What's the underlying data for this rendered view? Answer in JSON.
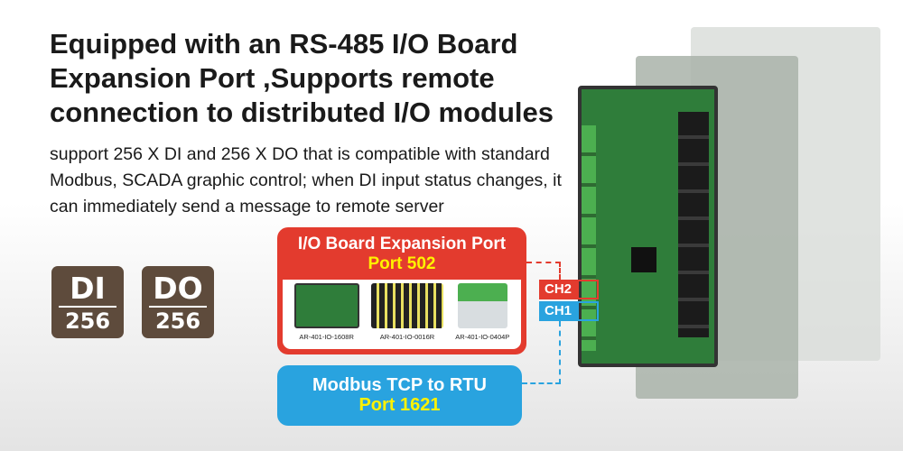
{
  "headline": "Equipped with an RS-485 I/O Board Expansion Port ,Supports remote connection to distributed I/O modules",
  "description": "support 256 X DI and 256 X DO that is compatible with standard Modbus, SCADA graphic control; when DI input status changes, it can immediately send a message to remote server",
  "badges": [
    {
      "label": "DI",
      "count": "256"
    },
    {
      "label": "DO",
      "count": "256"
    }
  ],
  "expansion": {
    "title": "I/O Board Expansion Port",
    "port": "Port 502",
    "products": [
      {
        "model": "AR-401-IO-1608R"
      },
      {
        "model": "AR-401-IO-0016R"
      },
      {
        "model": "AR-401-IO-0404P"
      }
    ]
  },
  "modbus": {
    "title": "Modbus TCP to RTU",
    "port": "Port 1621"
  },
  "channels": {
    "ch2": "CH2",
    "ch1": "CH1"
  },
  "colors": {
    "red": "#e33b2e",
    "blue": "#29a3df",
    "yellow": "#fff200",
    "brown": "#5e4b3c",
    "pcb": "#2f7d3a"
  }
}
